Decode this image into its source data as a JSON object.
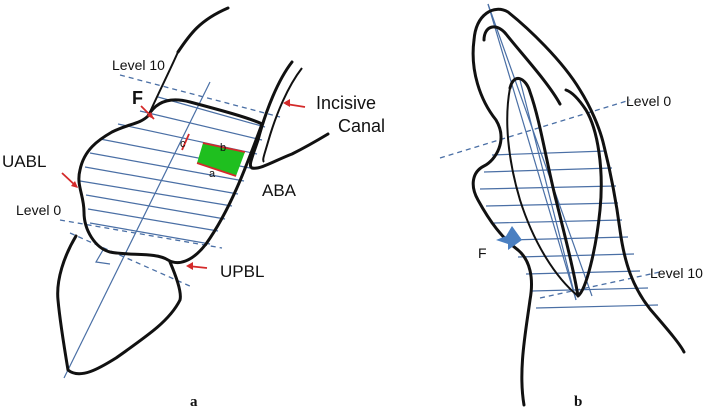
{
  "panel_a": {
    "caption": "a",
    "labels": {
      "level10": "Level 10",
      "level0": "Level 0",
      "F": "F",
      "UABL": "UABL",
      "UPBL": "UPBL",
      "ABA": "ABA",
      "incisive1": "Incisive",
      "incisive2": "Canal",
      "a": "a",
      "b": "b",
      "c": "c"
    },
    "colors": {
      "highlight": "#1fbf1f",
      "arrow": "#d42a2a",
      "lines": "#4a6fa5"
    }
  },
  "panel_b": {
    "caption": "b",
    "labels": {
      "level0": "Level 0",
      "level10": "Level 10",
      "F": "F"
    },
    "colors": {
      "arrow": "#4a7fc1",
      "lines": "#4a6fa5"
    }
  }
}
